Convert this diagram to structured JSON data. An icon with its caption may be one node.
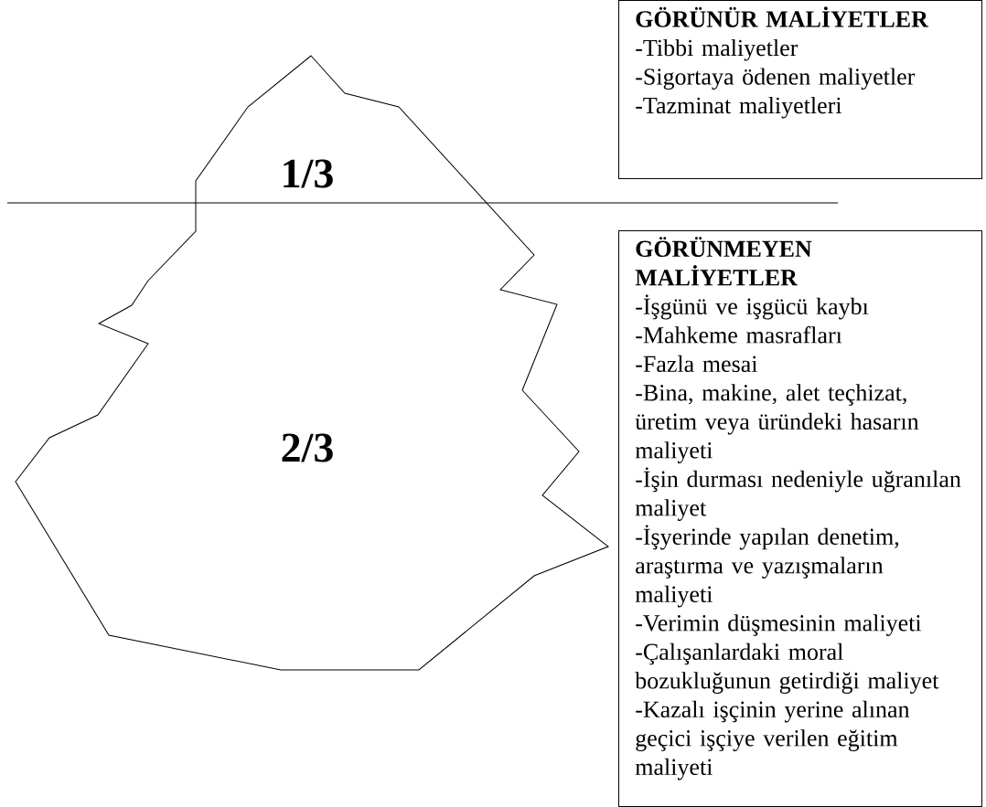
{
  "diagram": {
    "nodes": [
      {
        "text": [
          "1/3",
          "2/3"
        ]
      },
      {
        "text": [
          "GÖRÜNÜR MALİYETLER",
          "-Tibbi maliyetler",
          "-Sigortaya ödenen maliyetler",
          "-Tazminat maliyetleri"
        ]
      },
      {
        "text": [
          "GÖRÜNMEYEN MALİYETLER",
          "-İşgünü ve işgücü kaybı",
          "-Mahkeme masrafları",
          "-Fazla mesai",
          "-Bina, makine, alet teçhizat, üretim veya üründeki hasarın maliyeti",
          "-İşin durması nedeniyle uğranılan maliyet",
          "-İşyerinde yapılan denetim, araştırma ve yazışmaların maliyeti",
          "-Verimin düşmesinin maliyeti",
          "-Çalışanlardaki moral bozukluğunun getirdiği maliyet",
          "-Kazalı işçinin yerine alınan geçici işçiye verilen eğitim maliyeti"
        ]
      }
    ]
  }
}
